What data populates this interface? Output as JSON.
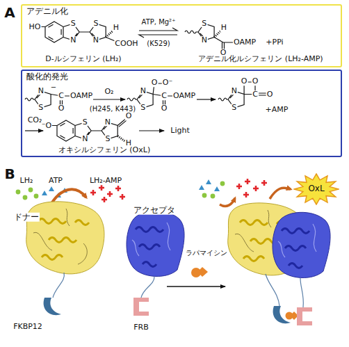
{
  "diagram": {
    "nodes": [
      {
        "text": [
          "アデニル化"
        ]
      },
      {
        "text": [
          "酸化的発光"
        ]
      },
      {
        "text": [
          "OxL"
        ]
      }
    ],
    "labels": [
      "A",
      "HO",
      "S",
      "N",
      "S",
      "N",
      "H",
      "COOH",
      "D-ルシフェリン (LH₂)",
      "ATP, Mg²⁺",
      "(K529)",
      "S",
      "N",
      "H",
      "O",
      "OAMP",
      "+PPi",
      "アデニル化ルシフェリン (LH₂-AMP)",
      "N",
      "S",
      "−",
      "C",
      "OAMP",
      "O",
      "O₂",
      "(H245, K443)",
      "N",
      "S",
      "O",
      "O⁻",
      "C",
      "OAMP",
      "O",
      "N",
      "S",
      "O",
      "O",
      "C",
      "O",
      "+AMP",
      "CO₂",
      "⁻O",
      "S",
      "N",
      "N",
      "S",
      "O",
      "H",
      "Light",
      "オキシルシフェリン (OxL)",
      "B",
      "LH₂",
      "ATP",
      "LH₂-AMP",
      "ドナー",
      "アクセプタ",
      "ラパマイシン",
      "FKBP12",
      "FRB"
    ]
  }
}
